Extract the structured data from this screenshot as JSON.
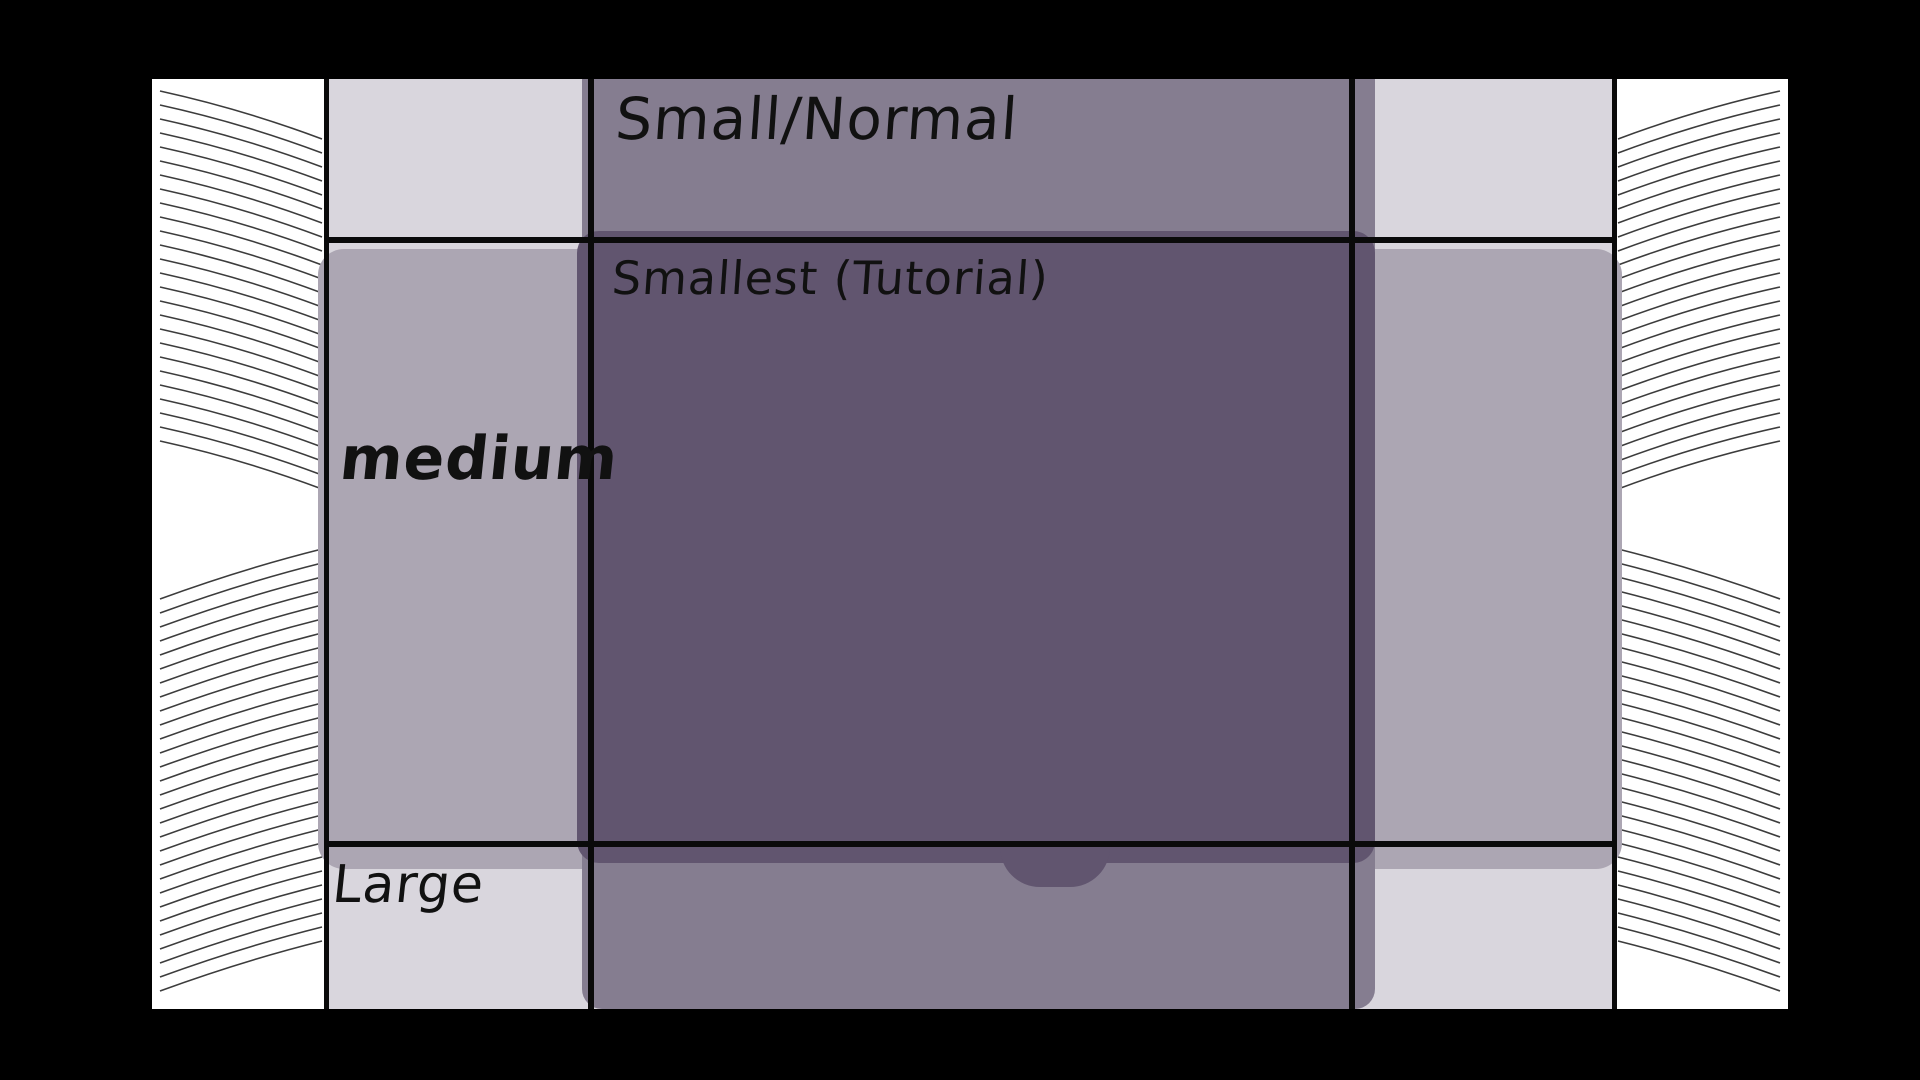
{
  "labels": {
    "small_normal": "Small/Normal",
    "smallest": "Smallest (Tutorial)",
    "medium": "medium",
    "large": "Large"
  },
  "colors": {
    "background": "#000000",
    "outer_white": "#ffffff",
    "large_zone": "#d9d6dd",
    "medium_zone": "#aca6b3",
    "small_normal_zone": "#857d90",
    "smallest_zone": "#61556f",
    "line": "#0a0a0a"
  }
}
